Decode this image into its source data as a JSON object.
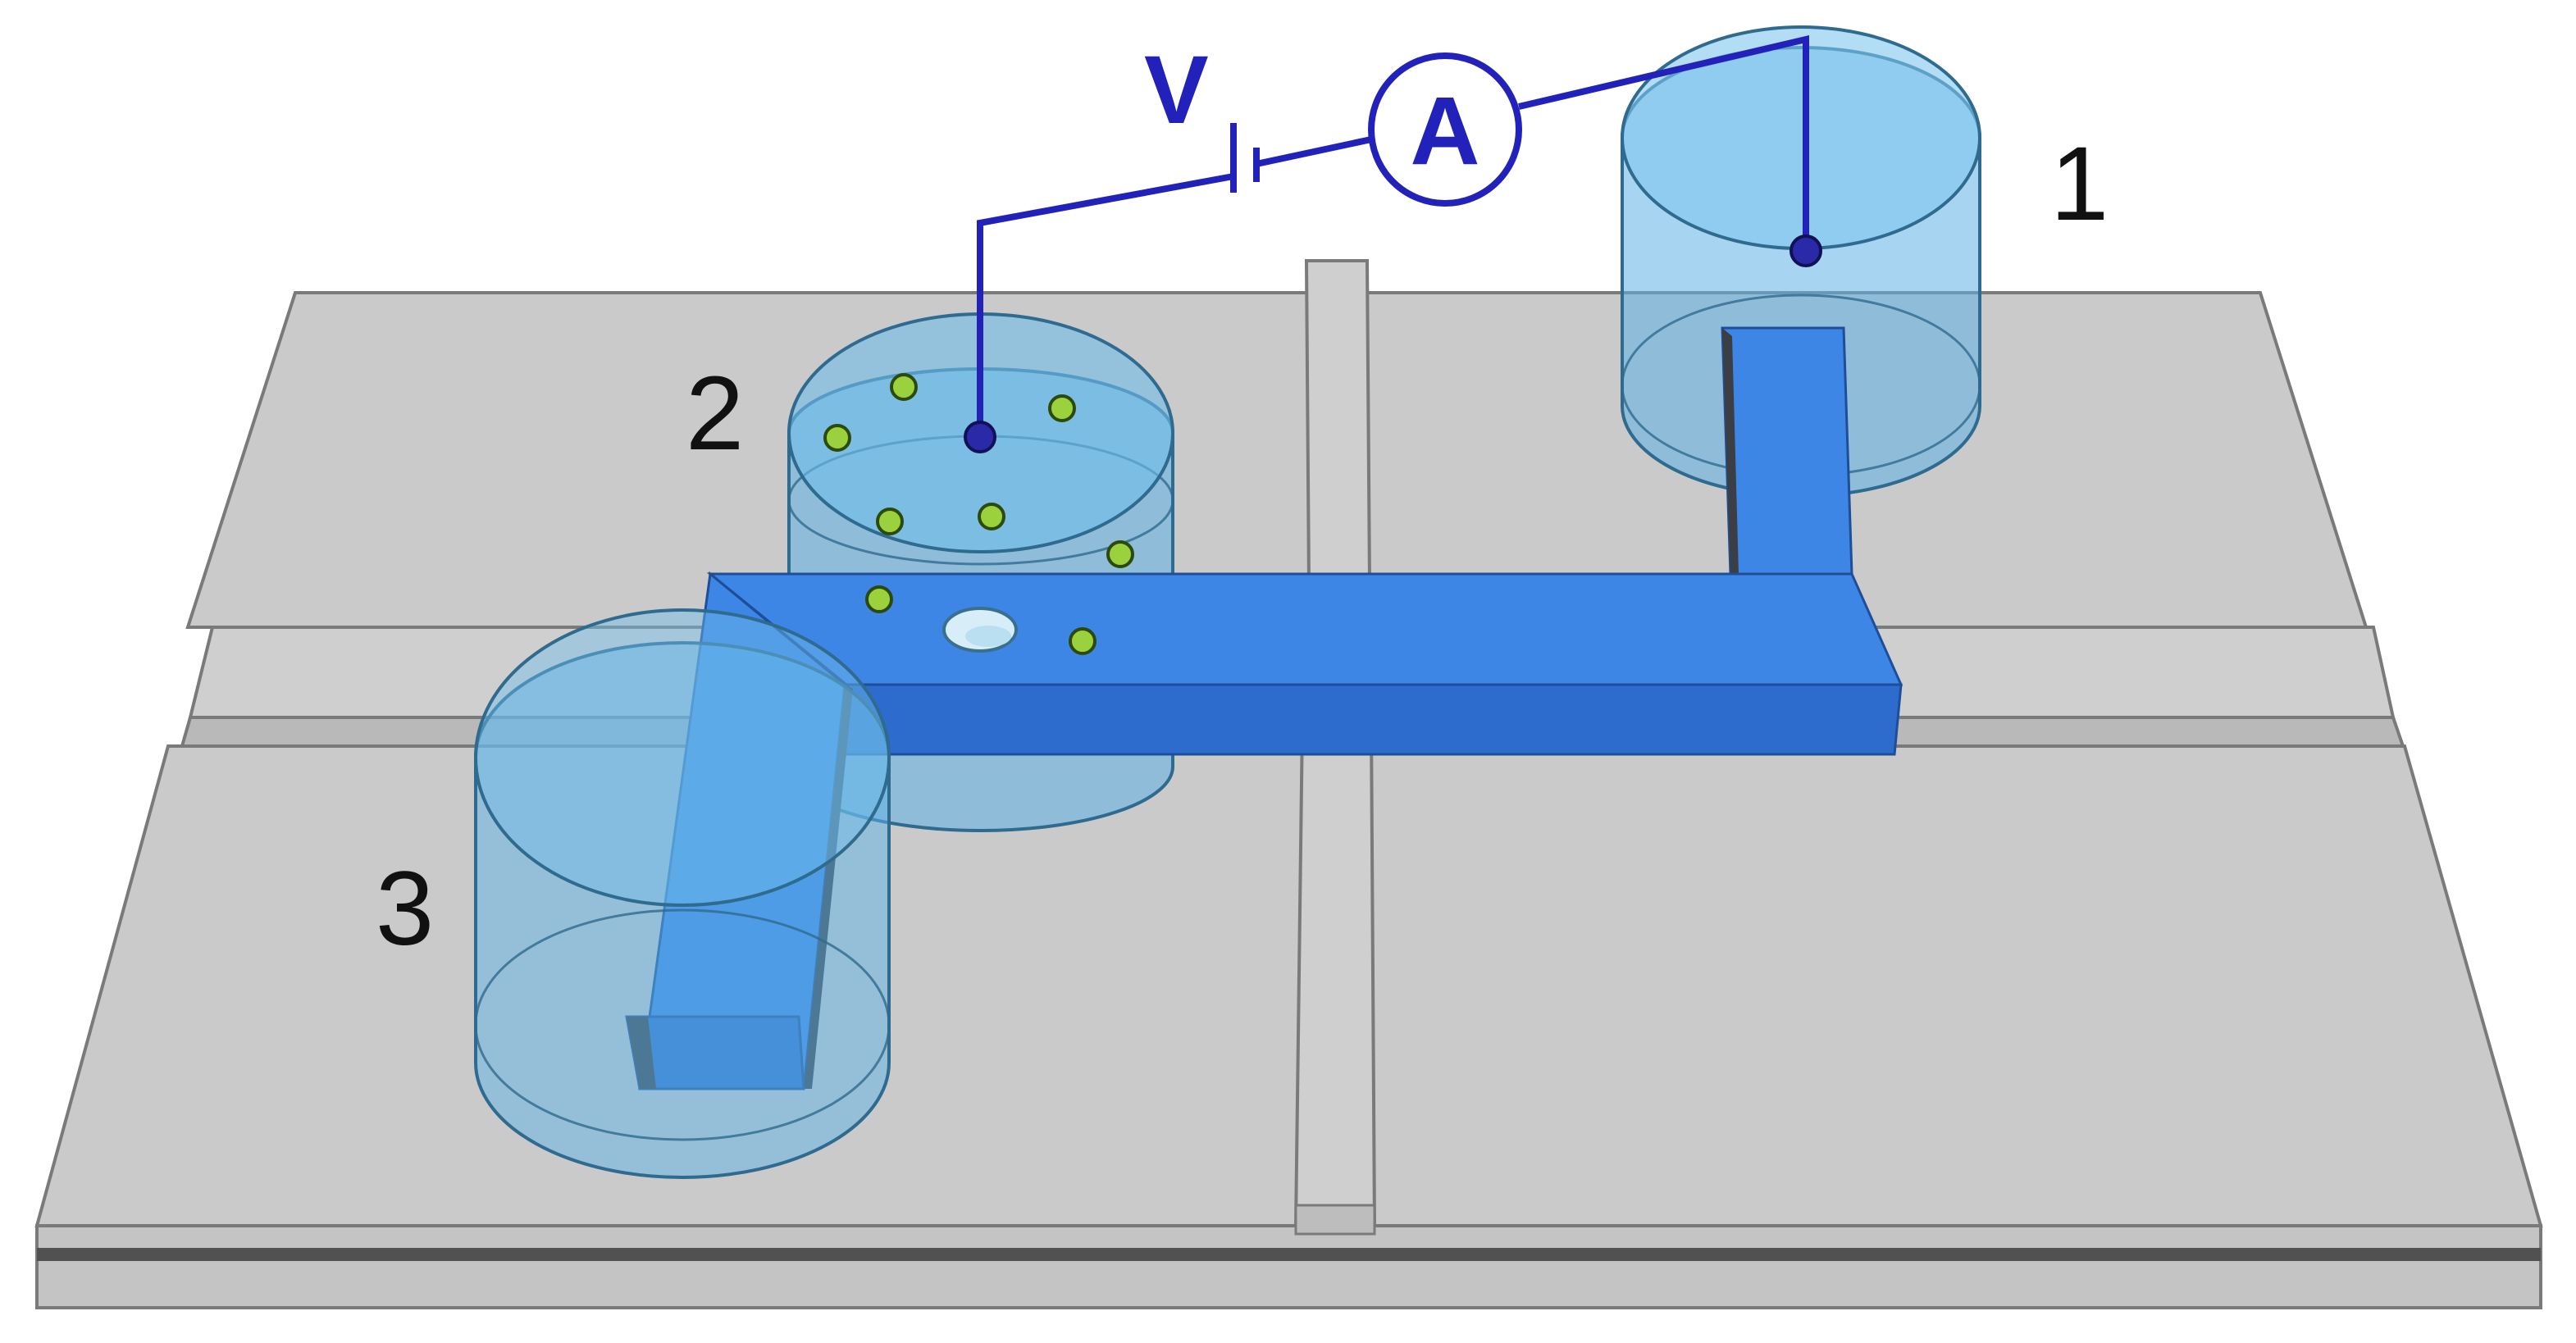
{
  "colors": {
    "substrate_top": "#cacaca",
    "substrate_side": "#bdbdbd",
    "substrate_edge": "#7a7a7a",
    "electrode_stripe": "#515151",
    "channel_top": "#3d86e6",
    "channel_side": "#2d6ccc",
    "channel_shadow": "#3b3f45",
    "reservoir_fill": "#5fb2e6",
    "reservoir_stroke": "#2f6a8f",
    "circuit_wire": "#2222bb",
    "particle": "#9bd13c",
    "particle_stroke": "#2c4a0c",
    "label_text": "#111111"
  },
  "icons": {
    "voltage_source": "battery-symbol-icon",
    "ammeter": "ammeter-circle-icon",
    "electrode_contact": "dot-icon"
  },
  "labels": {
    "reservoir_1": "1",
    "reservoir_2": "2",
    "reservoir_3": "3",
    "voltage_symbol": "V",
    "ammeter_symbol": "A"
  }
}
